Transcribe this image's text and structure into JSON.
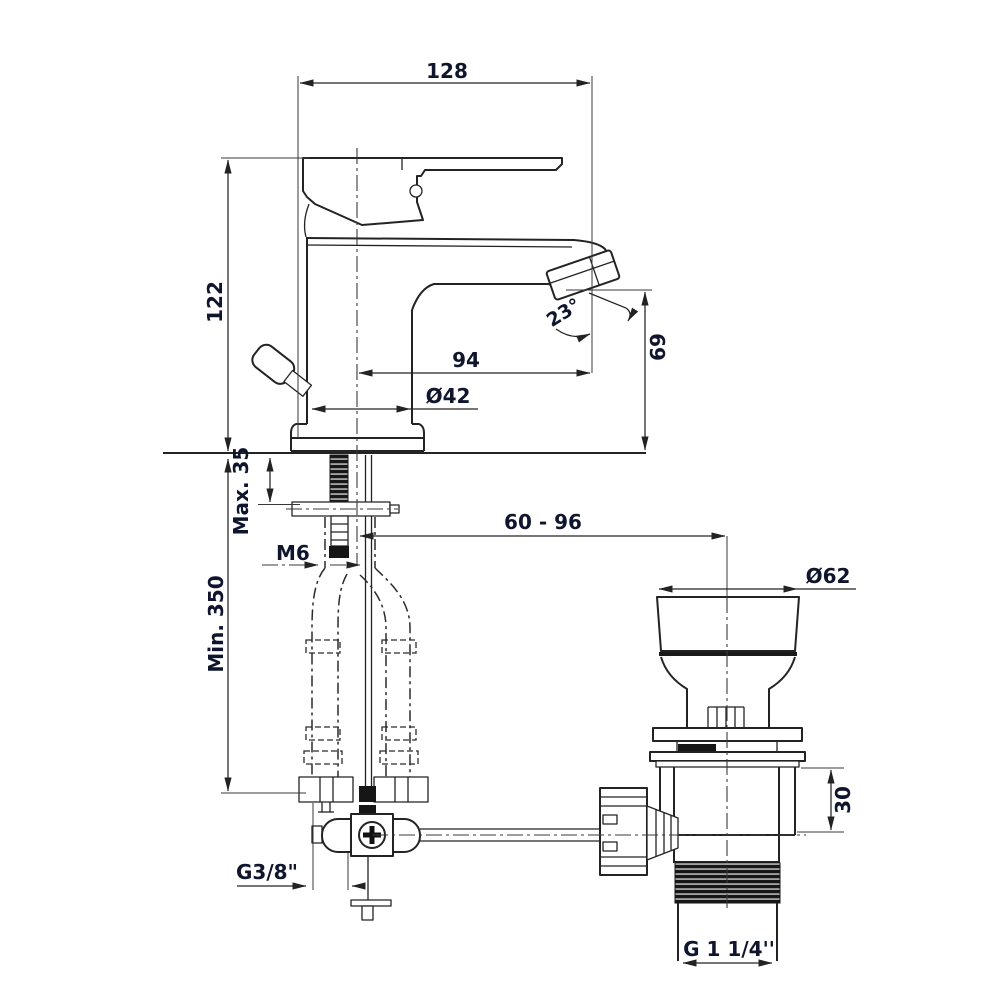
{
  "meta": {
    "type": "technical-dimensional-drawing",
    "subject": "single-lever basin mixer tap with pop-up waste drain",
    "background_color": "#ffffff",
    "line_color": "#232323",
    "label_color": "#10152e"
  },
  "labels": {
    "overall_width": "128",
    "body_height": "122",
    "spout_reach": "94",
    "base_diameter": "Ø42",
    "spout_angle": "23°",
    "spout_outlet_height": "69",
    "max_deck_thickness": "Max. 35",
    "fixing_thread": "M6",
    "min_hose_length": "Min. 350",
    "linkage_range": "60 - 96",
    "waste_plug_diameter": "Ø62",
    "waste_flange_height": "30",
    "supply_connection": "G3/8\"",
    "waste_connection": "G 1 1/4''"
  }
}
